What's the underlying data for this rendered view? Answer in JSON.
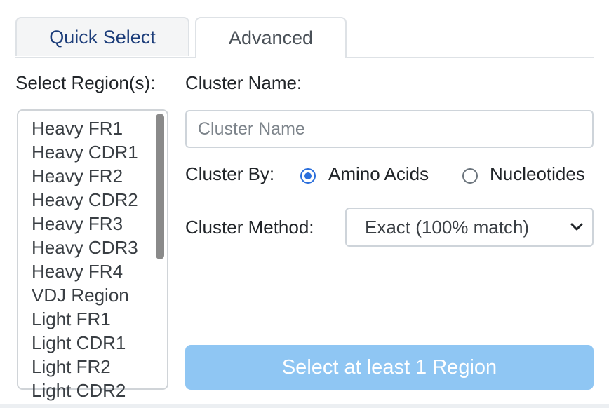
{
  "tabs": [
    {
      "label": "Quick Select",
      "active": false
    },
    {
      "label": "Advanced",
      "active": true
    }
  ],
  "regions": {
    "label": "Select Region(s):",
    "items": [
      "Heavy FR1",
      "Heavy CDR1",
      "Heavy FR2",
      "Heavy CDR2",
      "Heavy FR3",
      "Heavy CDR3",
      "Heavy FR4",
      "VDJ Region",
      "Light FR1",
      "Light CDR1",
      "Light FR2",
      "Light CDR2"
    ]
  },
  "cluster_name": {
    "label": "Cluster Name:",
    "value": "",
    "placeholder": "Cluster Name"
  },
  "cluster_by": {
    "label": "Cluster By:",
    "options": [
      {
        "label": "Amino Acids",
        "checked": true
      },
      {
        "label": "Nucleotides",
        "checked": false
      }
    ]
  },
  "cluster_method": {
    "label": "Cluster Method:",
    "selected": "Exact (100% match)"
  },
  "submit": {
    "label": "Select at least 1 Region",
    "disabled": true
  },
  "colors": {
    "primary": "#2b6fdc",
    "disabled_button": "#8fc6f3",
    "tab_text_link": "#1c3d7a"
  },
  "icons": {
    "select_chevron": "chevron-down-icon"
  }
}
